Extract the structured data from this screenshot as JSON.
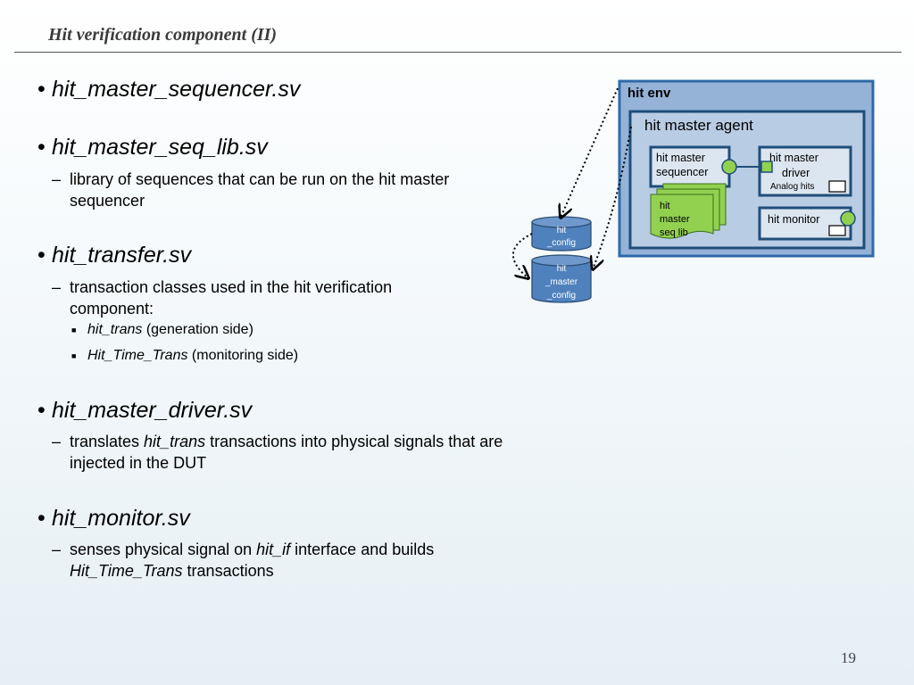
{
  "header": {
    "title": "Hit verification component (II)"
  },
  "page_number": "19",
  "bullets": {
    "b1": {
      "title": "hit_master_sequencer.sv"
    },
    "b2": {
      "title": "hit_master_seq_lib.sv",
      "sub1": "library of sequences that can be run on the hit master sequencer"
    },
    "b3": {
      "title": "hit_transfer.sv",
      "sub1": "transaction classes used in the hit verification component:",
      "items": [
        {
          "name": "hit_trans",
          "desc": " (generation side)"
        },
        {
          "name": "Hit_Time_Trans",
          "desc": " (monitoring side)"
        }
      ]
    },
    "b4": {
      "title": "hit_master_driver.sv",
      "sub_pre": "translates ",
      "sub_em": "hit_trans",
      "sub_post": " transactions into physical signals that are injected in the DUT"
    },
    "b5": {
      "title": "hit_monitor.sv",
      "sub_pre": "senses physical signal on ",
      "sub_em1": "hit_if",
      "sub_mid": " interface and builds ",
      "sub_em2": "Hit_Time_Trans",
      "sub_post": " transactions"
    }
  },
  "diagram": {
    "env_label": "hit env",
    "agent_label": "hit master agent",
    "sequencer_line1": "hit master",
    "sequencer_line2": "sequencer",
    "driver_line1": "hit master",
    "driver_line2": "driver",
    "driver_sub": "Analog hits",
    "monitor_label": "hit monitor",
    "seqlib_line1": "hit",
    "seqlib_line2": "master",
    "seqlib_line3": "seq lib",
    "cyl1_line1": "hit",
    "cyl1_line2": "_config",
    "cyl2_line1": "hit",
    "cyl2_line2": "_master",
    "cyl2_line3": "_config",
    "colors": {
      "env_fill": "#95b3d7",
      "env_border": "#2e6aa8",
      "agent_fill": "#b8cce4",
      "box_border": "#1f4e79",
      "seqlib_fill": "#92d050",
      "port_fill": "#92d050",
      "cylinder_fill": "#4f81bd"
    }
  }
}
